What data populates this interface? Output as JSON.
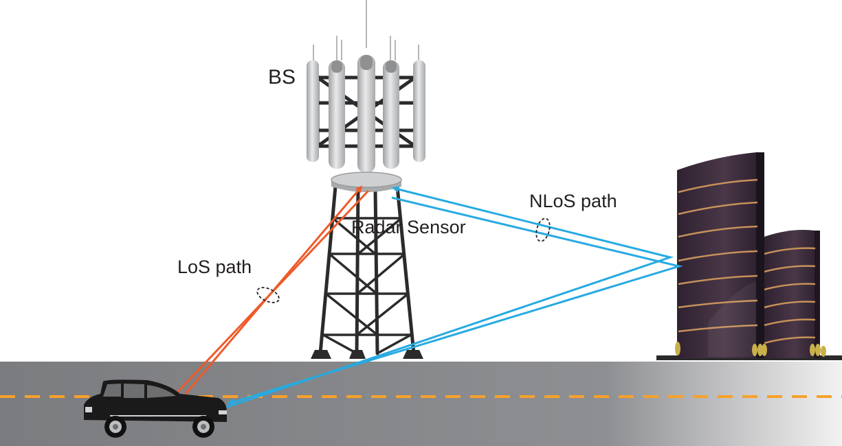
{
  "labels": {
    "base_station": "BS",
    "radar_sensor": "Radar Sensor",
    "nlos_path": "NLoS path",
    "los_path": "LoS path"
  },
  "colors": {
    "los_path": "#ef5a2a",
    "nlos_path": "#27aae1",
    "road": "#7f8083",
    "lane_marking": "#f7a12a",
    "building": "#3b2b3c",
    "building_stripe": "#c7915a",
    "tower": "#2b2b2b",
    "antenna": "#c9cacb",
    "car": "#1a1a1a"
  },
  "icons": [
    "base-station-tower-icon",
    "radar-sensor-icon",
    "building-icon",
    "car-icon"
  ]
}
